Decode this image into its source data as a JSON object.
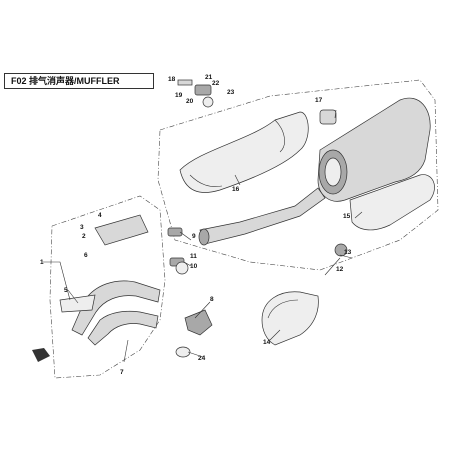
{
  "title": "F02 排气消声器/MUFFLER",
  "callouts": {
    "c1": "1",
    "c2": "2",
    "c3": "3",
    "c4": "4",
    "c5": "5",
    "c6": "6",
    "c7": "7",
    "c8": "8",
    "c9": "9",
    "c10": "10",
    "c11": "11",
    "c12": "12",
    "c13": "13",
    "c14": "14",
    "c15": "15",
    "c16": "16",
    "c17": "17",
    "c18": "18",
    "c19": "19",
    "c20": "20",
    "c21": "21",
    "c22": "22",
    "c23": "23",
    "c24": "24"
  },
  "colors": {
    "line": "#333333",
    "part_fill": "#d8d8d8",
    "part_shade": "#a8a8a8"
  },
  "icons": [
    "front-direction-arrow-icon"
  ]
}
